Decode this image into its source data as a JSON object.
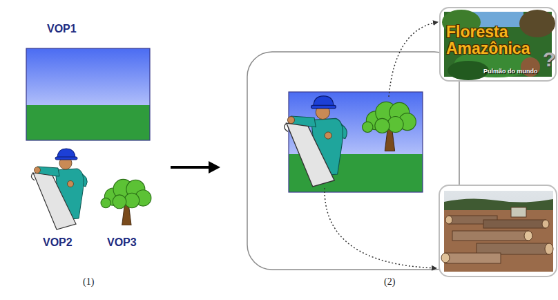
{
  "diagram": {
    "nodes": [
      {
        "text": [
          "Floresta Amazônica",
          "Pulmão do mundo",
          "?"
        ]
      }
    ],
    "labels": [
      "VOP1",
      "VOP2",
      "VOP3",
      "(1)",
      "(2)"
    ]
  }
}
